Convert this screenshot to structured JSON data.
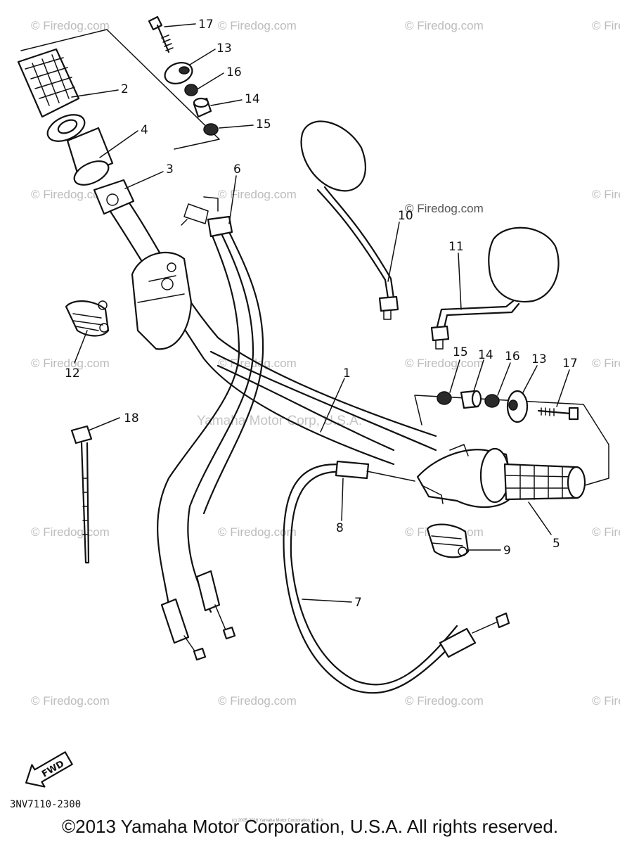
{
  "diagram": {
    "callouts": {
      "c1": "1",
      "c2": "2",
      "c3": "3",
      "c4": "4",
      "c5": "5",
      "c6": "6",
      "c7": "7",
      "c8": "8",
      "c9": "9",
      "c10": "10",
      "c11": "11",
      "c12": "12",
      "c13a": "13",
      "c13b": "13",
      "c14a": "14",
      "c14b": "14",
      "c15a": "15",
      "c15b": "15",
      "c16a": "16",
      "c16b": "16",
      "c17a": "17",
      "c17b": "17",
      "c18": "18"
    },
    "fwd_label": "FWD",
    "part_code": "3NV7110-2300",
    "watermark": "© Firedog.com",
    "center_watermark": "Yamaha Motor Corp, U.S.A.",
    "fine_print": "(c) 2005-2016 Yamaha Motor Corporation, U.S.A."
  },
  "footer": {
    "copyright": "©2013 Yamaha Motor Corporation, U.S.A. All rights reserved."
  }
}
